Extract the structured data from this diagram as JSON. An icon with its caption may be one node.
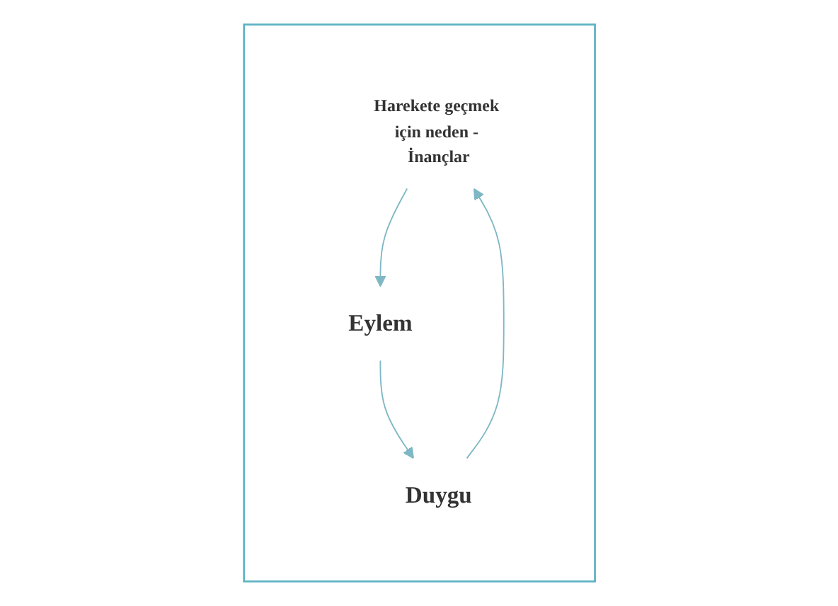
{
  "diagram": {
    "nodes": [
      {
        "text": [],
        "shape": "box"
      },
      {
        "text": [
          "Harekete geçmek için neden - İnançlar"
        ],
        "in": 0
      },
      {
        "text": [
          "Eylem"
        ],
        "in": 0
      },
      {
        "text": [
          "Duygu"
        ],
        "in": 0
      }
    ],
    "edges": [
      {
        "from": 1,
        "to": 2,
        "arrow": "to"
      },
      {
        "from": 2,
        "to": 3,
        "arrow": "to"
      },
      {
        "from": 3,
        "to": 1,
        "arrow": "to"
      }
    ]
  }
}
